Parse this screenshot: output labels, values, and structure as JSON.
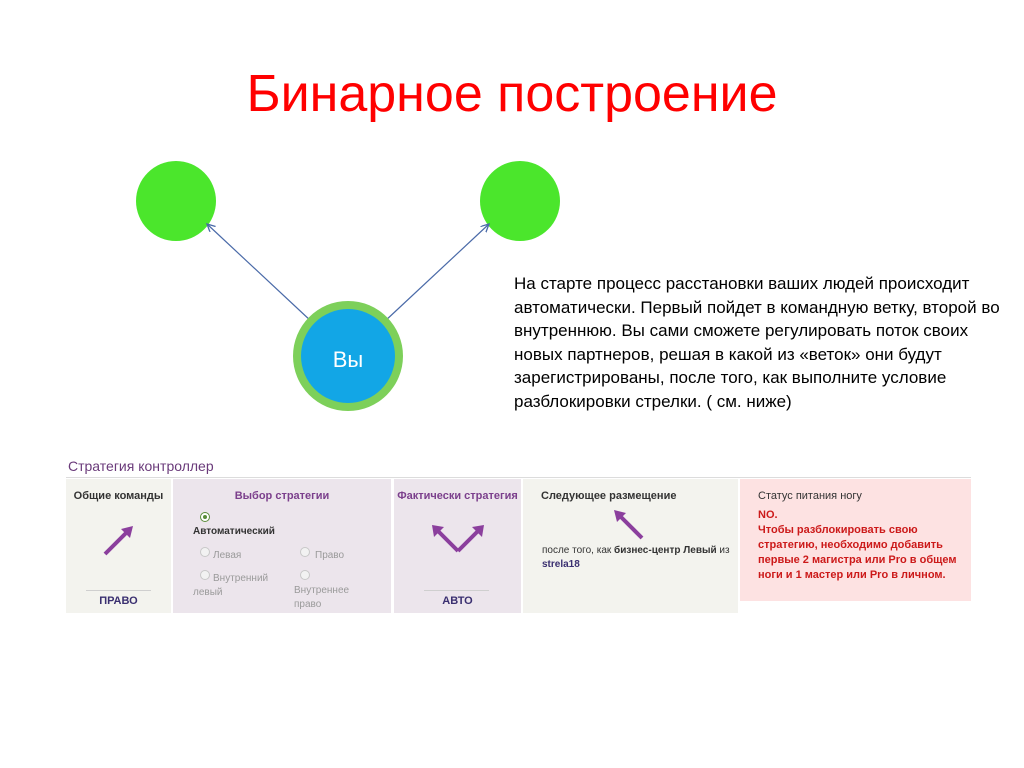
{
  "slide": {
    "title": "Бинарное построение",
    "you_label": "Вы",
    "description": "На старте процесс расстановки ваших людей происходит автоматически. Первый пойдет в командную ветку, второй во внутреннюю. Вы сами сможете регулировать поток своих новых партнеров, решая в какой из «веток» они будут зарегистрированы, после того, как выполните условие разблокировки стрелки. ( см. ниже)"
  },
  "colors": {
    "title": "#ff0000",
    "green_node": "#4be62c",
    "you_node": "#12a6e6",
    "you_ring": "#7dd05a",
    "arrow_purple": "#8b3f9d"
  },
  "widget": {
    "title": "Стратегия контроллер",
    "common_commands": {
      "header": "Общие команды",
      "footer": "ПРАВО"
    },
    "strategy_choice": {
      "header": "Выбор стратегии",
      "options": {
        "automatic": "Автоматический",
        "left": "Левая",
        "right": "Право",
        "inner_left": "Внутренний левый",
        "inner_right": "Внутреннее право"
      },
      "selected": "automatic"
    },
    "actual_strategy": {
      "header": "Фактически стратегия",
      "footer": "АВТО"
    },
    "next_placement": {
      "header": "Следующее размещение",
      "text_prefix": "после того, как ",
      "text_bold": "бизнес-центр Левый",
      "text_mid": " из ",
      "text_link": "strela18"
    },
    "power_status": {
      "header": "Статус питания ногу",
      "text": "NO.\nЧтобы разблокировать свою стратегию, необходимо добавить первые 2 магистра или Pro в общем ноги и 1 мастер или Pro в личном."
    }
  }
}
